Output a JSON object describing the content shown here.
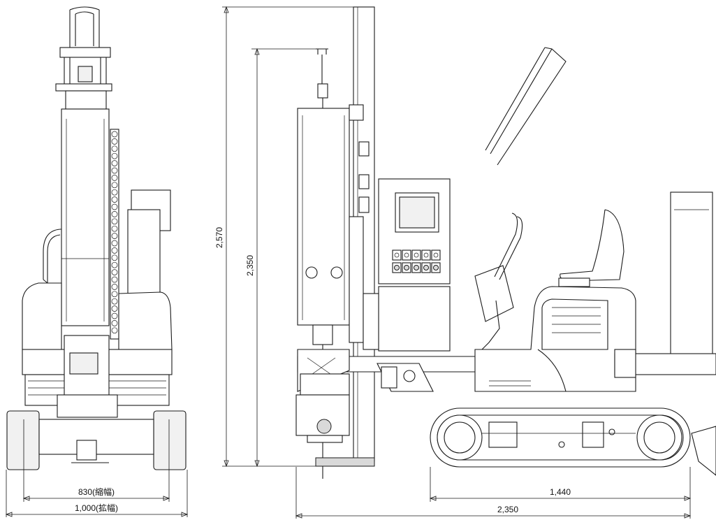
{
  "dimensions": {
    "overall_height": "2,570",
    "mast_height": "2,350",
    "track_length": "1,440",
    "overall_length": "2,350",
    "width_retracted": "830(縮幅)",
    "width_extended": "1,000(拡幅)"
  },
  "colors": {
    "line": "#1a1a1a",
    "background": "#ffffff"
  }
}
